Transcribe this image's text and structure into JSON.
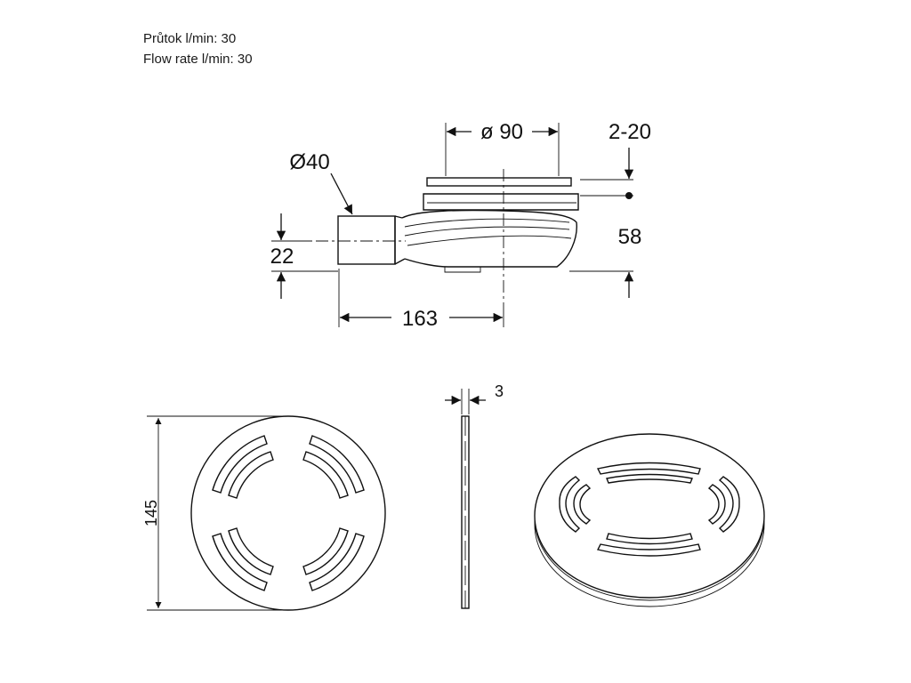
{
  "spec": {
    "flow_cz": "Průtok l/min: 30",
    "flow_en": "Flow rate l/min: 30"
  },
  "side_view": {
    "dim_outlet_diameter": "Ø40",
    "dim_top_diameter": "ø 90",
    "dim_adjust_range": "2-20",
    "dim_height": "58",
    "dim_outlet_height": "22",
    "dim_length": "163"
  },
  "grate_views": {
    "dim_thickness": "3",
    "dim_grate_diameter": "145"
  }
}
